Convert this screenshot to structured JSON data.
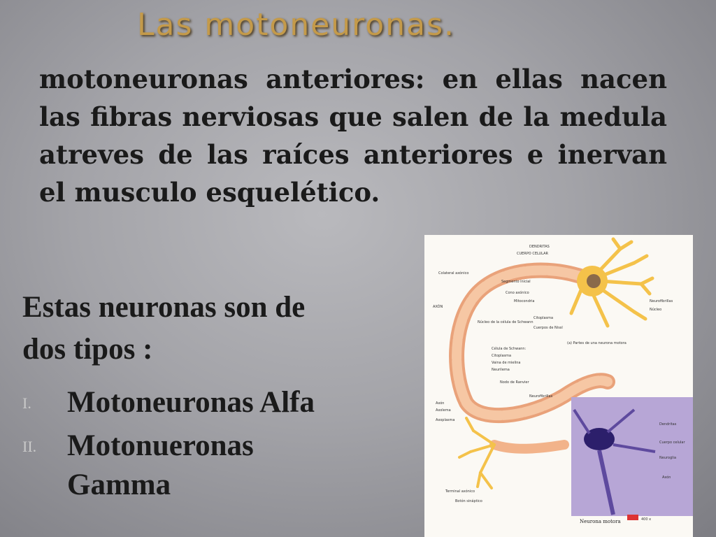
{
  "slide": {
    "title": "Las motoneuronas.",
    "paragraph": "motoneuronas anteriores: en ellas nacen las fibras nerviosas que salen de la medula atreves de las raíces anteriores e inervan el musculo esquelético.",
    "subheading_line1": "Estas neuronas son de",
    "subheading_line2": "dos tipos :",
    "list": [
      {
        "num": "I.",
        "text": "Motoneuronas Alfa"
      },
      {
        "num": "II.",
        "text": "Motonueronas Gamma"
      }
    ]
  },
  "figure": {
    "labels": {
      "dendritas": "DENDRITAS",
      "cuerpo": "CUERPO CELULAR",
      "colateral": "Colateral axónico",
      "segmento": "Segmento inicial",
      "cono": "Cono axónico",
      "mitocondria": "Mitocondria",
      "axon": "AXÓN",
      "schwann_nucleus": "Núcleo de la célula de Schwann",
      "citoplasma_top": "Citoplasma",
      "cuerpos_nissl": "Cuerpos de Nissl",
      "neurofibrillas_top": "Neurofibrillas",
      "nucleo": "Núcleo",
      "caption_a": "(a) Partes de una neurona motora",
      "celula_schwann": "Célula de Schwann:",
      "citoplasma": "Citoplasma",
      "vaina": "Vaina de mielina",
      "neurilema": "Neurilema",
      "nodo": "Nodo de Ranvier",
      "neurofibrillas": "Neurofibrillas",
      "axon2": "Axón",
      "axolema": "Axolema",
      "axoplasma": "Axoplasma",
      "dendritas2": "Dendritas",
      "cuerpo2": "Cuerpo celular",
      "neuroglia": "Neuroglia",
      "axon3": "Axón",
      "terminal": "Terminal axónico",
      "boton": "Botón sináptico",
      "photo_caption": "Neurona motora",
      "mag": "400 x"
    },
    "colors": {
      "axon": "#f2b38a",
      "cell_body": "#f4c24a",
      "micrograph": "#b7a6d6",
      "nucleus": "#2c1f6b"
    }
  }
}
